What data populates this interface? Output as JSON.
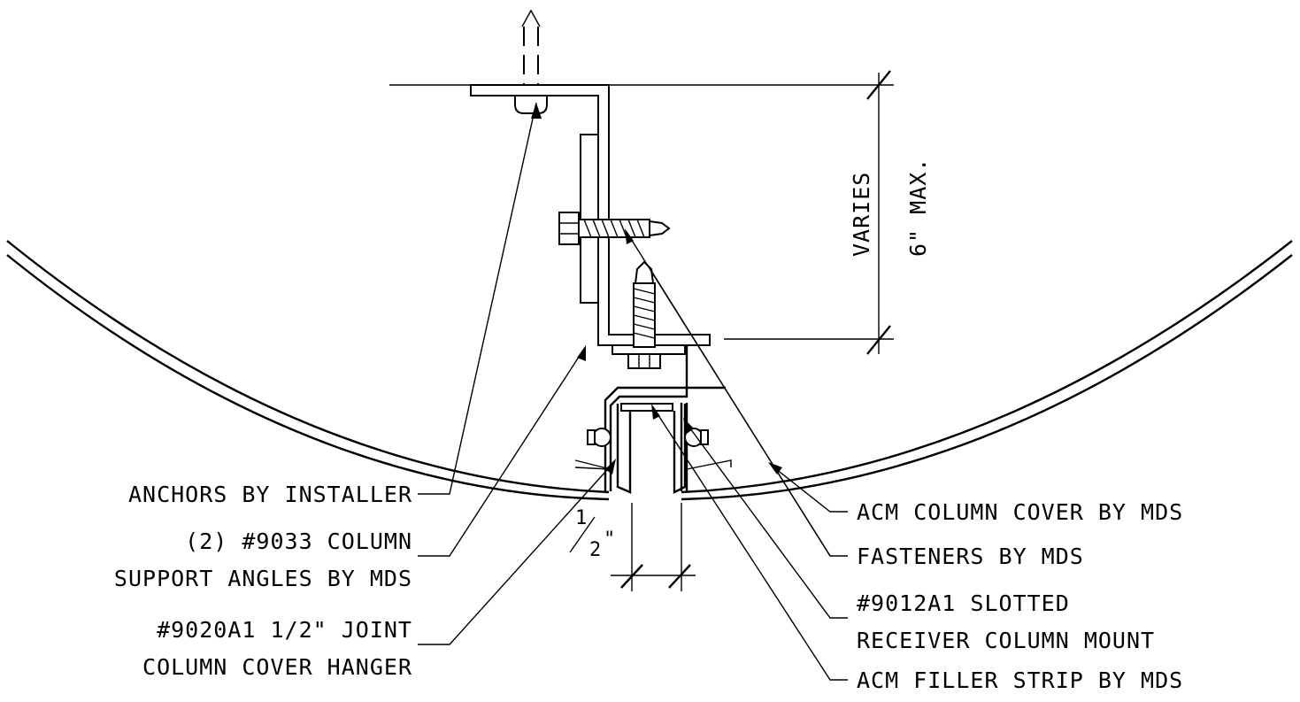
{
  "labels": {
    "anchors": "ANCHORS BY INSTALLER",
    "angles_line1": "(2) #9033 COLUMN",
    "angles_line2": "SUPPORT ANGLES BY MDS",
    "hanger_line1": "#9020A1 1/2\" JOINT",
    "hanger_line2": "COLUMN COVER HANGER",
    "acm_cover": "ACM COLUMN COVER BY MDS",
    "fasteners": "FASTENERS BY MDS",
    "receiver_line1": "#9012A1 SLOTTED",
    "receiver_line2": "RECEIVER COLUMN MOUNT",
    "filler": "ACM FILLER STRIP BY MDS"
  },
  "dimensions": {
    "varies": "VARIES",
    "max": "6\" MAX.",
    "joint_numerator": "1",
    "joint_denominator": "2",
    "joint_inch": "\""
  }
}
